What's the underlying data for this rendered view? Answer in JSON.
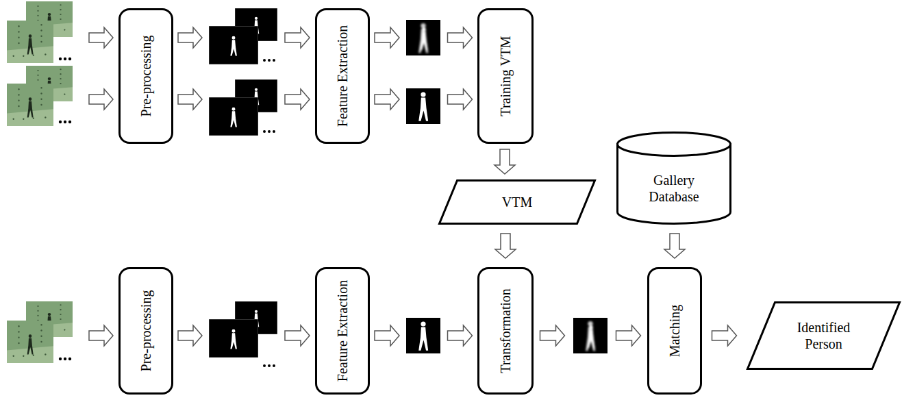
{
  "diagram": {
    "nodes": [
      {
        "text": [
          "Pre-processing"
        ]
      },
      {
        "text": [
          "Feature Extraction"
        ]
      },
      {
        "text": [
          "Training VTM"
        ]
      },
      {
        "text": [
          "VTM"
        ]
      },
      {
        "text": [
          "Gallery Database"
        ]
      },
      {
        "text": [
          "Pre-processing"
        ]
      },
      {
        "text": [
          "Feature Extraction"
        ]
      },
      {
        "text": [
          "Transformation"
        ]
      },
      {
        "text": [
          "Matching"
        ]
      },
      {
        "text": [
          "Identified Person"
        ]
      }
    ],
    "edges": [
      {
        "from": 0,
        "to": 1,
        "arrow": "to"
      },
      {
        "from": 1,
        "to": 2,
        "arrow": "to"
      },
      {
        "from": 2,
        "to": 3,
        "arrow": "to"
      },
      {
        "from": 5,
        "to": 6,
        "arrow": "to"
      },
      {
        "from": 6,
        "to": 7,
        "arrow": "to"
      },
      {
        "from": 3,
        "to": 7,
        "arrow": "to"
      },
      {
        "from": 7,
        "to": 8,
        "arrow": "to"
      },
      {
        "from": 4,
        "to": 8,
        "arrow": "to"
      },
      {
        "from": 8,
        "to": 9,
        "arrow": "to"
      }
    ]
  }
}
